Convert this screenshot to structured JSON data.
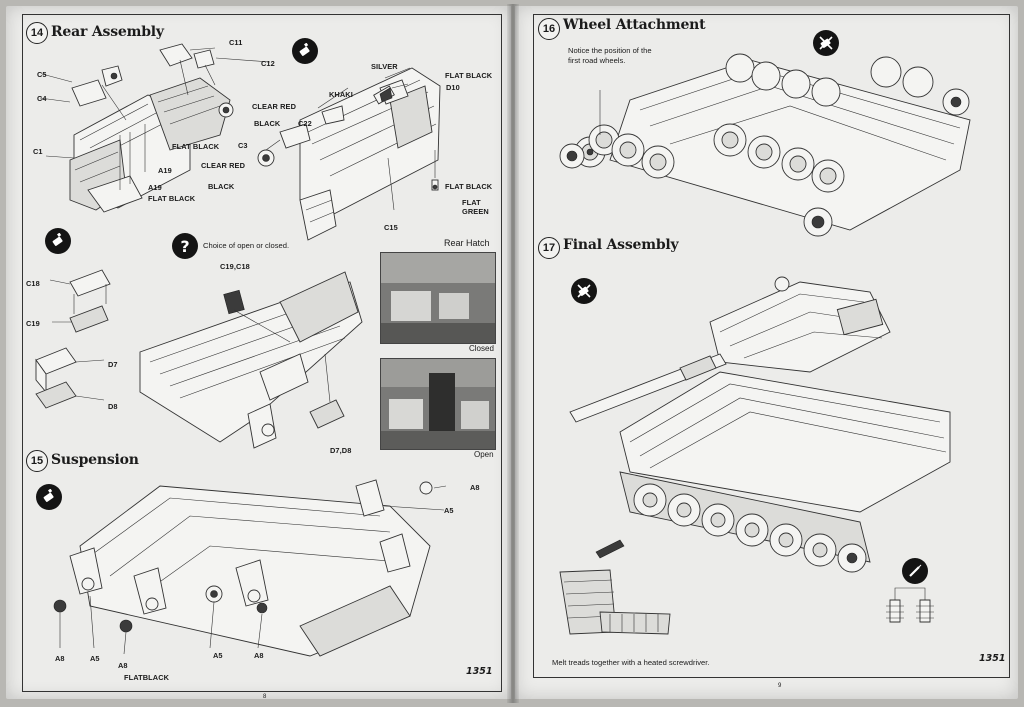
{
  "left_page": {
    "step14": {
      "number": "14",
      "title": "Rear Assembly",
      "labels": [
        "C11",
        "C12",
        "C5",
        "C4",
        "C1",
        "CLEAR RED",
        "BLACK",
        "C22",
        "C3",
        "CLEAR RED",
        "BLACK",
        "FLAT BLACK",
        "A19",
        "A19",
        "FLAT BLACK",
        "SILVER",
        "FLAT BLACK",
        "KHAKI",
        "D10",
        "FLAT BLACK",
        "FLAT GREEN",
        "C15"
      ],
      "note_choice": "Choice of open or closed.",
      "sub_labels": [
        "C19,C18",
        "C18",
        "C19",
        "D7",
        "D8",
        "D7,D8"
      ],
      "photo_title": "Rear Hatch",
      "photo_captions": [
        "Closed",
        "Open"
      ]
    },
    "step15": {
      "number": "15",
      "title": "Suspension",
      "labels": [
        "A8",
        "A5",
        "A8",
        "A5",
        "A8",
        "FLATBLACK",
        "A5",
        "A8"
      ]
    },
    "page_code": "1351",
    "folio": "8"
  },
  "right_page": {
    "step16": {
      "number": "16",
      "title": "Wheel Attachment",
      "note": "Notice the position of the first road wheels."
    },
    "step17": {
      "number": "17",
      "title": "Final Assembly",
      "note": "Melt treads together with a heated screwdriver."
    },
    "page_code": "1351",
    "folio": "9"
  },
  "icons": {
    "glue": "glue-tube-icon",
    "no_glue": "no-glue-icon",
    "choice": "question-mark-icon",
    "heat": "soldering-icon"
  }
}
